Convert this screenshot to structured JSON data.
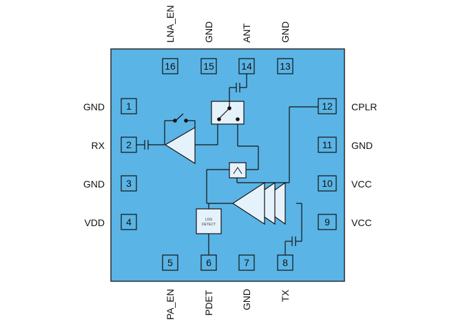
{
  "chip": {
    "body_color": "#5ab4e5",
    "border_color": "#2a2a2a",
    "pin_box_color": "#5ab4e5",
    "line_color": "#111111",
    "triangle_fill": "#e6f2fb"
  },
  "pins": {
    "p1": "1",
    "p2": "2",
    "p3": "3",
    "p4": "4",
    "p5": "5",
    "p6": "6",
    "p7": "7",
    "p8": "8",
    "p9": "9",
    "p10": "10",
    "p11": "11",
    "p12": "12",
    "p13": "13",
    "p14": "14",
    "p15": "15",
    "p16": "16"
  },
  "labels": {
    "left": {
      "p1": "GND",
      "p2": "RX",
      "p3": "GND",
      "p4": "VDD"
    },
    "right": {
      "p12": "CPLR",
      "p11": "GND",
      "p10": "VCC",
      "p9": "VCC"
    },
    "top": {
      "p16": "LNA_EN",
      "p15": "GND",
      "p14": "ANT",
      "p13": "GND"
    },
    "bottom": {
      "p5": "PA_EN",
      "p6": "PDET",
      "p7": "GND",
      "p8": "TX"
    }
  },
  "blocks": {
    "log_detect_line1": "LOG",
    "log_detect_line2": "DETECT"
  }
}
